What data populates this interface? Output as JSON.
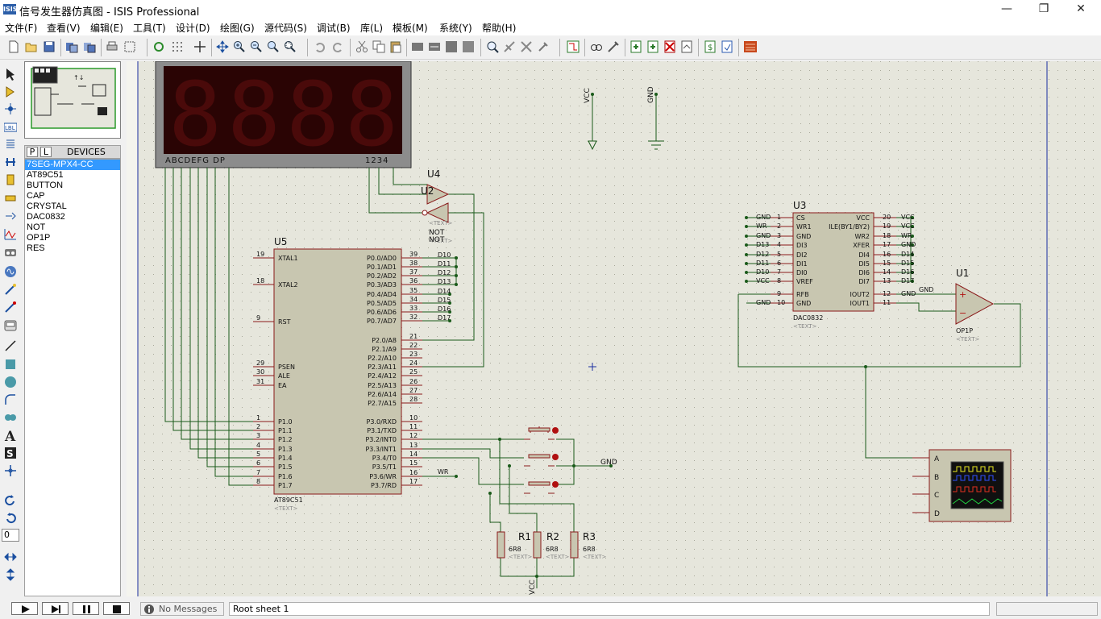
{
  "window": {
    "title": "信号发生器仿真图 - ISIS Professional",
    "app_icon": "ISIS"
  },
  "menus": [
    "文件(F)",
    "查看(V)",
    "编辑(E)",
    "工具(T)",
    "设计(D)",
    "绘图(G)",
    "源代码(S)",
    "调试(B)",
    "库(L)",
    "模板(M)",
    "系统(Y)",
    "帮助(H)"
  ],
  "selector": {
    "tab_p": "P",
    "tab_l": "L",
    "header": "DEVICES"
  },
  "devices": [
    "7SEG-MPX4-CC",
    "AT89C51",
    "BUTTON",
    "CAP",
    "CRYSTAL",
    "DAC0832",
    "NOT",
    "OP1P",
    "RES"
  ],
  "rotation": {
    "angle": "0"
  },
  "status": {
    "messages": "No Messages",
    "sheet": "Root sheet 1"
  },
  "schematic": {
    "display": {
      "seg_labels": "ABCDEFG  DP",
      "digit_labels": "1234",
      "digits": [
        "8",
        "8",
        "8",
        "8"
      ]
    },
    "u4": {
      "ref": "U4",
      "type": "NOT",
      "text": "<TEXT>"
    },
    "u2": {
      "ref": "U2",
      "type": "NOT",
      "text": "<TEXT>"
    },
    "u5": {
      "ref": "U5",
      "type": "AT89C51",
      "text": "<TEXT>"
    },
    "u3": {
      "ref": "U3",
      "type": "DAC0832",
      "text": "<TEXT>"
    },
    "u1": {
      "ref": "U1",
      "type": "OP1P",
      "text": "<TEXT>"
    },
    "r1": {
      "ref": "R1",
      "value": "6R8",
      "text": "<TEXT>"
    },
    "r2": {
      "ref": "R2",
      "value": "6R8",
      "text": "<TEXT>"
    },
    "r3": {
      "ref": "R3",
      "value": "6R8",
      "text": "<TEXT>"
    },
    "power": {
      "vcc": "VCC",
      "gnd": "GND"
    },
    "scope_channels": [
      "A",
      "B",
      "C",
      "D"
    ],
    "net_wr": "WR",
    "u5_left_pins": [
      {
        "n": "19",
        "name": "XTAL1"
      },
      {
        "n": "18",
        "name": "XTAL2"
      },
      {
        "n": "9",
        "name": "RST"
      },
      {
        "n": "29",
        "name": "PSEN"
      },
      {
        "n": "30",
        "name": "ALE"
      },
      {
        "n": "31",
        "name": "EA"
      },
      {
        "n": "1",
        "name": "P1.0"
      },
      {
        "n": "2",
        "name": "P1.1"
      },
      {
        "n": "3",
        "name": "P1.2"
      },
      {
        "n": "4",
        "name": "P1.3"
      },
      {
        "n": "5",
        "name": "P1.4"
      },
      {
        "n": "6",
        "name": "P1.5"
      },
      {
        "n": "7",
        "name": "P1.6"
      },
      {
        "n": "8",
        "name": "P1.7"
      }
    ],
    "u5_right_pins": [
      {
        "n": "39",
        "name": "P0.0/AD0",
        "net": "D10"
      },
      {
        "n": "38",
        "name": "P0.1/AD1",
        "net": "D11"
      },
      {
        "n": "37",
        "name": "P0.2/AD2",
        "net": "D12"
      },
      {
        "n": "36",
        "name": "P0.3/AD3",
        "net": "D13"
      },
      {
        "n": "35",
        "name": "P0.4/AD4",
        "net": "D14"
      },
      {
        "n": "34",
        "name": "P0.5/AD5",
        "net": "D15"
      },
      {
        "n": "33",
        "name": "P0.6/AD6",
        "net": "D16"
      },
      {
        "n": "32",
        "name": "P0.7/AD7",
        "net": "D17"
      },
      {
        "n": "21",
        "name": "P2.0/A8"
      },
      {
        "n": "22",
        "name": "P2.1/A9"
      },
      {
        "n": "23",
        "name": "P2.2/A10"
      },
      {
        "n": "24",
        "name": "P2.3/A11"
      },
      {
        "n": "25",
        "name": "P2.4/A12"
      },
      {
        "n": "26",
        "name": "P2.5/A13"
      },
      {
        "n": "27",
        "name": "P2.6/A14"
      },
      {
        "n": "28",
        "name": "P2.7/A15"
      },
      {
        "n": "10",
        "name": "P3.0/RXD"
      },
      {
        "n": "11",
        "name": "P3.1/TXD"
      },
      {
        "n": "12",
        "name": "P3.2/INT0"
      },
      {
        "n": "13",
        "name": "P3.3/INT1"
      },
      {
        "n": "14",
        "name": "P3.4/T0"
      },
      {
        "n": "15",
        "name": "P3.5/T1"
      },
      {
        "n": "16",
        "name": "P3.6/WR"
      },
      {
        "n": "17",
        "name": "P3.7/RD"
      }
    ],
    "u3_left_pins": [
      {
        "n": "1",
        "name": "CS",
        "net": "GND"
      },
      {
        "n": "2",
        "name": "WR1",
        "net": "WR"
      },
      {
        "n": "3",
        "name": "GND",
        "net": "GND"
      },
      {
        "n": "4",
        "name": "DI3",
        "net": "D13"
      },
      {
        "n": "5",
        "name": "DI2",
        "net": "D12"
      },
      {
        "n": "6",
        "name": "DI1",
        "net": "D11"
      },
      {
        "n": "7",
        "name": "DI0",
        "net": "D10"
      },
      {
        "n": "8",
        "name": "VREF",
        "net": "VCC"
      },
      {
        "n": "9",
        "name": "RFB",
        "net": ""
      },
      {
        "n": "10",
        "name": "GND",
        "net": "GND"
      }
    ],
    "u3_right_pins": [
      {
        "n": "20",
        "name": "VCC",
        "net": "VCC"
      },
      {
        "n": "19",
        "name": "ILE(BY1/BY2)",
        "net": "VCC"
      },
      {
        "n": "18",
        "name": "WR2",
        "net": "WR"
      },
      {
        "n": "17",
        "name": "XFER",
        "net": "GND"
      },
      {
        "n": "16",
        "name": "DI4",
        "net": "D14"
      },
      {
        "n": "15",
        "name": "DI5",
        "net": "D15"
      },
      {
        "n": "14",
        "name": "DI6",
        "net": "D16"
      },
      {
        "n": "13",
        "name": "DI7",
        "net": "D17"
      },
      {
        "n": "12",
        "name": "IOUT2",
        "net": "GND"
      },
      {
        "n": "11",
        "name": "IOUT1",
        "net": ""
      }
    ]
  }
}
